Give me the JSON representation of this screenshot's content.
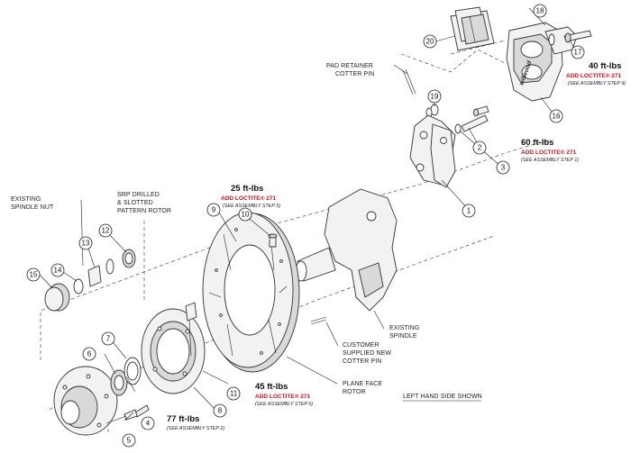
{
  "callouts": {
    "c1": "1",
    "c2": "2",
    "c3": "3",
    "c4": "4",
    "c5": "5",
    "c6": "6",
    "c7": "7",
    "c8": "8",
    "c9": "9",
    "c10": "10",
    "c11": "11",
    "c12": "12",
    "c13": "13",
    "c14": "14",
    "c15": "15",
    "c16": "16",
    "c17": "17",
    "c18": "18",
    "c19": "19",
    "c20": "20"
  },
  "labels": {
    "pad_retainer_1": "PAD RETAINER",
    "pad_retainer_2": "COTTER PIN",
    "existing_nut_1": "EXISTING",
    "existing_nut_2": "SPINDLE NUT",
    "srp_1": "SRP DRILLED",
    "srp_2": "& SLOTTED",
    "srp_3": "PATTERN ROTOR",
    "customer_1": "CUSTOMER",
    "customer_2": "SUPPLIED NEW",
    "customer_3": "COTTER PIN",
    "existing_spindle_1": "EXISTING",
    "existing_spindle_2": "SPINDLE",
    "plane_face_1": "PLANE FACE",
    "plane_face_2": "ROTOR",
    "left_hand": "LEFT HAND SIDE SHOWN"
  },
  "torque": {
    "t40": {
      "value": "40 ft-lbs",
      "loctite": "ADD LOCTITE® 271",
      "step": "(SEE ASSEMBLY STEP 9)"
    },
    "t60": {
      "value": "60 ft-lbs",
      "loctite": "ADD LOCTITE® 271",
      "step": "(SEE ASSEMBLY STEP 1)"
    },
    "t25": {
      "value": "25 ft-lbs",
      "loctite": "ADD LOCTITE® 271",
      "step": "(SEE ASSEMBLY STEP 5)"
    },
    "t45": {
      "value": "45 ft-lbs",
      "loctite": "ADD LOCTITE® 271",
      "step": "(SEE ASSEMBLY STEP 6)"
    },
    "t77": {
      "value": "77 ft-lbs",
      "step": "(SEE ASSEMBLY STEP 2)"
    }
  },
  "caliper_logo": "wilwood",
  "colors": {
    "loctite": "#d0121b",
    "line": "#222222"
  }
}
